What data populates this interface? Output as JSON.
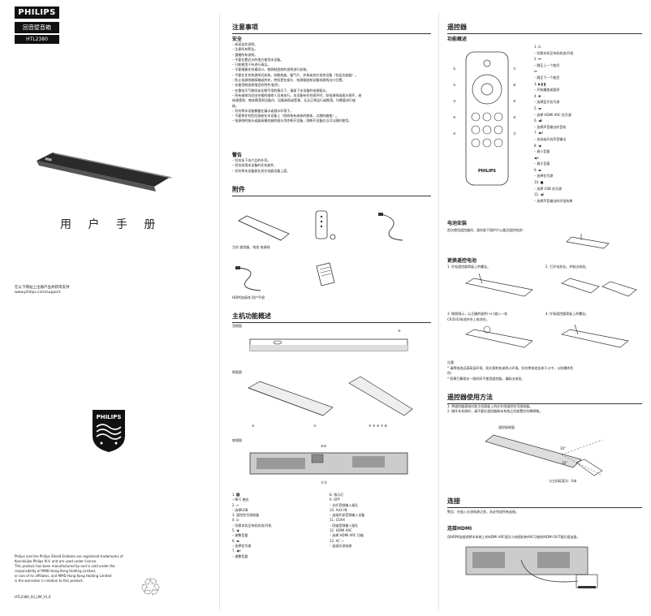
{
  "cover": {
    "brand": "PHILIPS",
    "product_type": "回音壁音箱",
    "model": "HTL2380",
    "manual_title": "用 户 手 册",
    "support_line1": "在以下网站上注册产品并获得支持",
    "support_line2": "www.philips.com/support",
    "shield_brand": "PHILIPS",
    "legal": [
      "Philips and the Philips Shield Emblem are registered trademarks of",
      "Koninklijke Philips N.V. and are used under license.",
      "This product has been manufactured by and is sold under the",
      "responsibility of MMD Hong Kong Holding Limited,",
      "or one of its affiliates, and MMD Hong Kong Holding Limited",
      "is the warrantor in relation to this product."
    ],
    "doc_number": "HTL2380_93_UM_V1.0",
    "recycle_icon": "recycle-icon"
  },
  "safety": {
    "title": "注意事项",
    "safety_heading": "安全",
    "safety_items": [
      "– 阅读这些说明。",
      "– 注意所有警告。",
      "– 遵循所有说明。",
      "– 不要在靠近水的地方使用本设备。",
      "– 只能使用干布进行清洁。",
      "– 不要堵塞任何通风口。按照制造商的说明进行安装。",
      "– 不要在任何热源附近安装，如散热器、暖气片、炉具或其它发热设备（包括功放器）。",
      "– 防止电源线被踩踏或挤夹，特别是在插头、电源插座和设备电源线出口位置。",
      "– 仅使用制造商指定的附件/配件。",
      "– 在雷电天气期间或长期不用的情况下，请拔下本设备的电源插头。",
      "– 所有维修均应由合格的维修人员来执行。本设备有任何损坏时，如电源线或插头损坏，液",
      "  体溅落到、物体跌落到设备内、设备淋雨或受潮、无法正常运行或跌落，均需要进行维",
      "  修。",
      "– 切勿将本设备暴露在漏水或溅水环境下。",
      "– 不要将任何危险源放在本设备上（例如装有液体的物体、点燃的蜡烛）。",
      "– 电源线的插头或器具耦合器的插头用作断开设备，则断开设备应当可以随时使用。"
    ],
    "warning_heading": "警告",
    "warning_items": [
      "– 切勿拆下本产品的外壳。",
      "– 切勿润滑本设备的任何部件。",
      "– 切勿将本设备放在其它电器设备上面。"
    ],
    "accessories_title": "附件",
    "acc_row1": "主机    遥控器、电池    电源线",
    "acc_row2": "HDMI连接线    用户手册"
  },
  "overview": {
    "title": "主机功能概述",
    "top_view": "顶视图",
    "side_view": "侧面图",
    "bottom_view": "底视图",
    "top_marker": "⑤",
    "side_markers_left": "②",
    "side_markers_mid": "③",
    "side_markers_right": "④ ⑤   ⑥ ⑦ ⑧",
    "bottom_marker_top": "⑨⑩",
    "bottom_marker_bottom": "⑪⑫",
    "legend_left": [
      "1.   🅽",
      "   –   NFC 感应",
      "2.   ⭠",
      "   –   选择USB",
      "3.   遥控信号接收器",
      "4.   ⏻",
      "   –   切换本机至待机状态/开机",
      "5.   ◀",
      "   –   调整音量",
      "6.   ▬",
      "   –   选择信号源",
      "7.   ◀+",
      "   –   调整音量"
    ],
    "legend_right": [
      "8.   指示灯",
      "9.   OPT",
      "   –   光纤音频输入插孔",
      "10.  AUX IN",
      "   –   连接外部音频输入设备",
      "11.  COAX",
      "   –   同轴音频输入插孔",
      "12.  HDMI ARC",
      "   –   选择 HDMI ARC 功能",
      "13.  AC ~",
      "   –   连接交流电源"
    ]
  },
  "remote": {
    "title": "遥控器",
    "func_title": "功能概述",
    "brand": "PHILIPS",
    "legend": [
      "1.   ⏻",
      "   –   切换本机至待机状态/开机",
      "2.   ⏮",
      "   –   跳至上一个曲目",
      "   ⏭",
      "   –   跳至下一个曲目",
      "3.   ▶❚❚",
      "   –   开始播放或暂停",
      "4.   ✱",
      "   –   选择蓝牙信号源",
      "5.   ▬",
      "   –   选择 HDMI ARC 信号源",
      "6.   ◀ⅱ",
      "   –   选择声音输出的音效",
      "7.   ◀✕",
      "   –   关闭或开启声音输出",
      "8.   ◀-",
      "   –   调小音量",
      "   ◀+",
      "   –   调大音量",
      "9.   ▬",
      "   –   选择信号源",
      "10.  ■",
      "   –   选择 USB 信号源",
      "11.  ◀ⅰ",
      "   –   选择声音输出的环绕效果"
    ],
    "markers_left": [
      "①",
      "②",
      "③",
      "④",
      "⑤"
    ],
    "markers_right": [
      "⑦",
      "⑧",
      "⑨",
      "⑩",
      "⑪"
    ],
    "battery_title": "电池安装",
    "battery_first": "首次使用遥控器时，请先取下保护片以激活遥控电池！",
    "replace_title": "更换遥控电池",
    "steps": [
      "1.  拧松遥控器背板上的螺丝。",
      "2.  打开电池仓。并取出电池。",
      "3.  按照指示，以正确的极性(+/-)放入一粒",
      "    CR2032电池并合上电池仓。",
      "4.  拧紧遥控器背板上的螺丝。"
    ],
    "note_title": "注意:",
    "notes": [
      "*   请将电池远离高温环境、阳光直射处或明火环境。切勿将电池丢弃于火中，以防爆炸危",
      "    险！",
      "*   如果打算很长一段时间不使用遥控器，请取出电池。"
    ],
    "usage_title": "遥控器使用方法",
    "usage": [
      "1.  将遥控器直接对准主机面板上的红外线遥控信号接收器。",
      "2.  操作本系统时，请不要在遥控器和本系统之间放置任何障碍物。"
    ],
    "receiver_label": "遥控接收窗",
    "angle1": "30°",
    "angle2": "30°",
    "distance": "与主机距离为：6米"
  },
  "connection": {
    "title": "连接",
    "warning": "警告：在插入交流电源之前，务必完成所有连接。",
    "hdmi_title": "连接HDMI",
    "hdmi_text": "用HDMI连接线将本系统上的HDMI ARC插孔与电视机带ARC功能的HDMI OUT插孔相连接。"
  }
}
